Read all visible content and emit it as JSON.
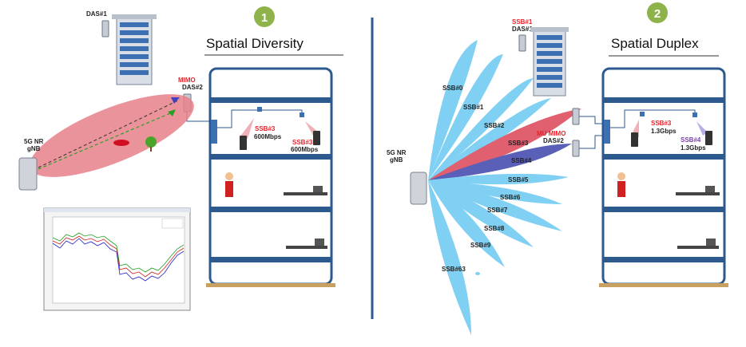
{
  "left": {
    "step_number": "1",
    "title": "Spatial Diversity",
    "das1_label": "DAS#1",
    "mimo_label": "MIMO",
    "das2_label": "DAS#2",
    "gnb_label_line1": "5G NR",
    "gnb_label_line2": "gNB",
    "beam_a_ssb": "SSB#3",
    "beam_a_rate": "600Mbps",
    "beam_b_ssb": "SSB#3",
    "beam_b_rate": "600Mbps",
    "colors": {
      "beam": "#e8808a",
      "badge": "#8db34a",
      "floor": "#2d5a8e"
    }
  },
  "right": {
    "step_number": "2",
    "title": "Spatial Duplex",
    "das1_ssb": "SSB#1",
    "das1_label": "DAS#1",
    "mu_mimo_label": "MU MIMO",
    "das2_label": "DAS#2",
    "gnb_label_line1": "5G NR",
    "gnb_label_line2": "gNB",
    "beam_a_ssb": "SSB#3",
    "beam_a_rate": "1.3Gbps",
    "beam_b_ssb": "SSB#4",
    "beam_b_rate": "1.3Gbps",
    "ssb_labels": [
      "SSB#0",
      "SSB#1",
      "SSB#2",
      "SSB#3",
      "SSB#4",
      "SSB#5",
      "SSB#6",
      "SSB#7",
      "SSB#8",
      "SSB#9",
      "SSB#63"
    ],
    "colors": {
      "beam": "#7fd0f2",
      "red_beam": "#e06070",
      "blue_beam": "#5a5fb8"
    }
  }
}
